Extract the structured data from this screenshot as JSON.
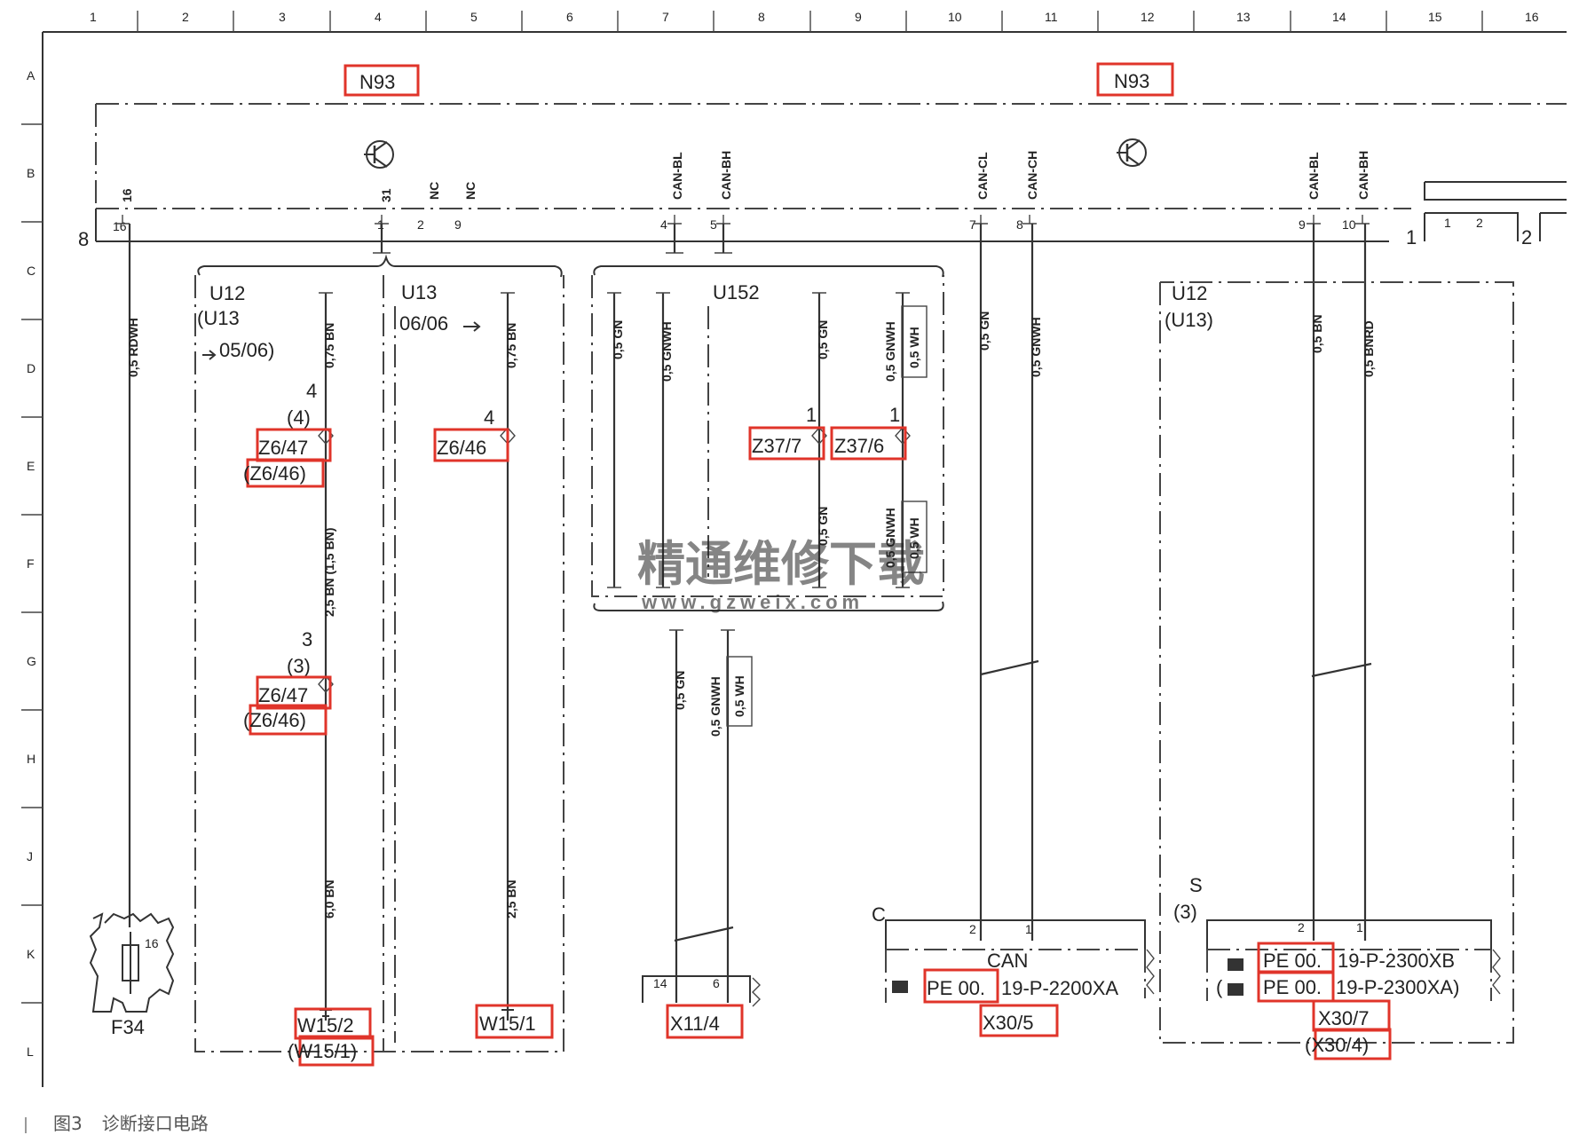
{
  "caption": {
    "figure_no": "图3",
    "title": "诊断接口电路"
  },
  "grid_cols": [
    "1",
    "2",
    "3",
    "4",
    "5",
    "6",
    "7",
    "8",
    "9",
    "10",
    "11",
    "12",
    "13",
    "14",
    "15",
    "16"
  ],
  "grid_rows": [
    "A",
    "B",
    "C",
    "D",
    "E",
    "F",
    "G",
    "H",
    "J",
    "K",
    "L"
  ],
  "modules": {
    "n93_left": "N93",
    "n93_right": "N93",
    "u12_left": "U12",
    "u13_left": "(U13",
    "u13_left_range": "05/06)",
    "u13_mid": "U13",
    "u13_mid_range": "06/06",
    "u152": "U152",
    "u12_right": "U12",
    "u13_right": "(U13)"
  },
  "pins": {
    "p16": "16",
    "p1": "1",
    "p2": "2",
    "p9": "9",
    "p4": "4",
    "p5": "5",
    "p7": "7",
    "p8": "8",
    "p10": "10",
    "p_a": "8",
    "p_end1": "1",
    "p_end2": "2"
  },
  "pin_names": {
    "n16": "16",
    "n31": "31",
    "nc1": "NC",
    "nc2": "NC",
    "canbl": "CAN-BL",
    "canbh": "CAN-BH",
    "cancl": "CAN-CL",
    "canch": "CAN-CH",
    "canbl2": "CAN-BL",
    "canbh2": "CAN-BH"
  },
  "wires": {
    "w1": "0,5 RDWH",
    "w2": "0,75 BN",
    "w3": "0,75 BN",
    "w4": "0,5 GN",
    "w5": "0,5 GNWH",
    "w6": "0,5 GN",
    "w7": "0,5 GNWH",
    "w7b": "0,5 WH",
    "w8": "2,5 BN (1,5 BN)",
    "w9": "0,5 GN",
    "w10": "0,5 GNWH",
    "w10b": "0,5 WH",
    "w11": "6,0 BN",
    "w12": "2,5 BN",
    "w13": "0,5 GN",
    "w14": "0,5 GNWH",
    "w14b": "0,5 WH",
    "w15": "0,5 GN",
    "w16": "0,5 GNWH",
    "w17": "0,5 BN",
    "w18": "0,5 BNRD"
  },
  "splices": {
    "s1_num": "4",
    "s1_num2": "(4)",
    "s1": "Z6/47",
    "s1_alt": "(Z6/46)",
    "s2_num": "4",
    "s2": "Z6/46",
    "s3_num": "1",
    "s3": "Z37/7",
    "s4_num": "1",
    "s4": "Z37/6",
    "s5_num": "3",
    "s5_num2": "(3)",
    "s5": "Z6/47",
    "s5_alt": "(Z6/46)"
  },
  "grounds": {
    "g1": "W15/2",
    "g1_alt": "(W15/1)",
    "g2": "W15/1",
    "g3": "X11/4",
    "g4": "X30/5",
    "g5": "X30/7",
    "g5_alt": "(X30/4)"
  },
  "connectors": {
    "f34": "F34",
    "f34_pin": "16",
    "x11_p14": "14",
    "x11_p6": "6",
    "can_label": "CAN",
    "pe1_code": "PE 00.",
    "pe1_rest": "19-P-2200XA",
    "pe2_code": "PE 00.",
    "pe2_rest": "19-P-2300XB",
    "pe3_code": "PE 00.",
    "pe3_rest": "19-P-2300XA)",
    "c_label": "C",
    "s_label": "S",
    "s3_label": "(3)",
    "x30_p2": "2",
    "x30_p1": "1",
    "x30b_p2": "2",
    "x30b_p1": "1"
  },
  "watermark": {
    "cn": "精通维修下载",
    "url": "www.gzweix.com"
  }
}
